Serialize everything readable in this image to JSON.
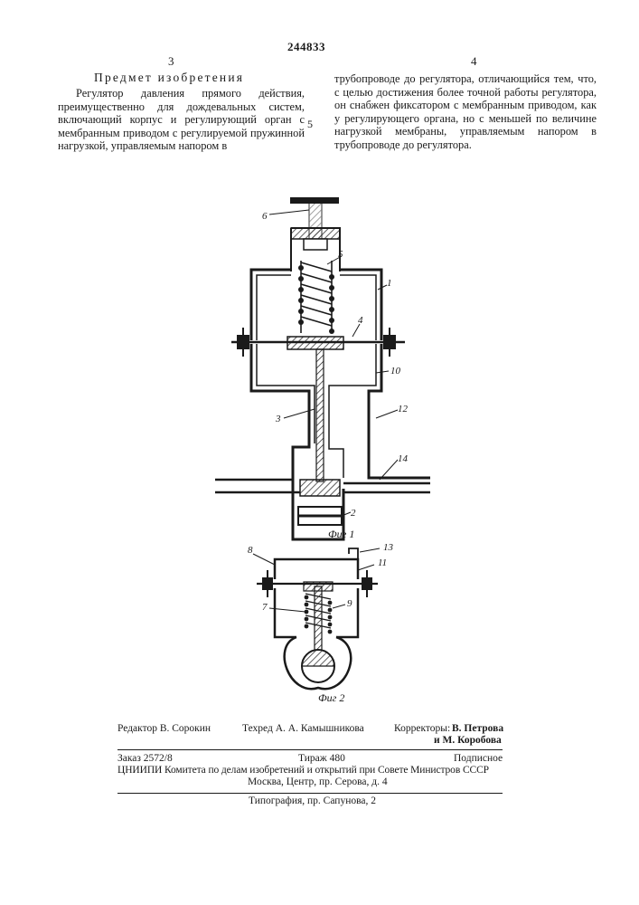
{
  "header": {
    "patent_number": "244833",
    "col_left_number": "3",
    "col_right_number": "4"
  },
  "left_column": {
    "heading": "Предмет изобретения",
    "text": "Регулятор давления прямого действия, преимущественно для дождевальных систем, включающий корпус и регулирующий орган с мембранным приводом с регулируемой пружинной нагрузкой, управляемым напором в"
  },
  "right_column": {
    "text": "трубопроводе до регулятора, отличающийся тем, что, с целью достижения более точной работы регулятора, он снабжен фиксатором с мембранным приводом, как у регулирующего органа, но с меньшей по величине нагрузкой мембраны, управляемым напором в трубопроводе до регулятора."
  },
  "line_marker": "5",
  "figure1": {
    "caption": "Фиг 1",
    "labels": {
      "l1": "1",
      "l2": "2",
      "l3": "3",
      "l4": "4",
      "l5": "5",
      "l6": "6",
      "l10": "10",
      "l12": "12",
      "l14": "14"
    }
  },
  "figure2": {
    "caption": "Фиг 2",
    "labels": {
      "l7": "7",
      "l8": "8",
      "l9": "9",
      "l11": "11",
      "l13": "13"
    }
  },
  "footer": {
    "editor": "Редактор В. Сорокин",
    "techred": "Техред А. А. Камышникова",
    "correctors_label": "Корректоры:",
    "corrector1": "В. Петрова",
    "corrector2": "и М. Коробова",
    "order": "Заказ 2572/8",
    "circulation": "Тираж 480",
    "subscription": "Подписное",
    "org": "ЦНИИПИ Комитета по делам изобретений и открытий при Совете Министров СССР",
    "address": "Москва, Центр, пр. Серова, д. 4",
    "printer": "Типография, пр. Сапунова, 2"
  }
}
